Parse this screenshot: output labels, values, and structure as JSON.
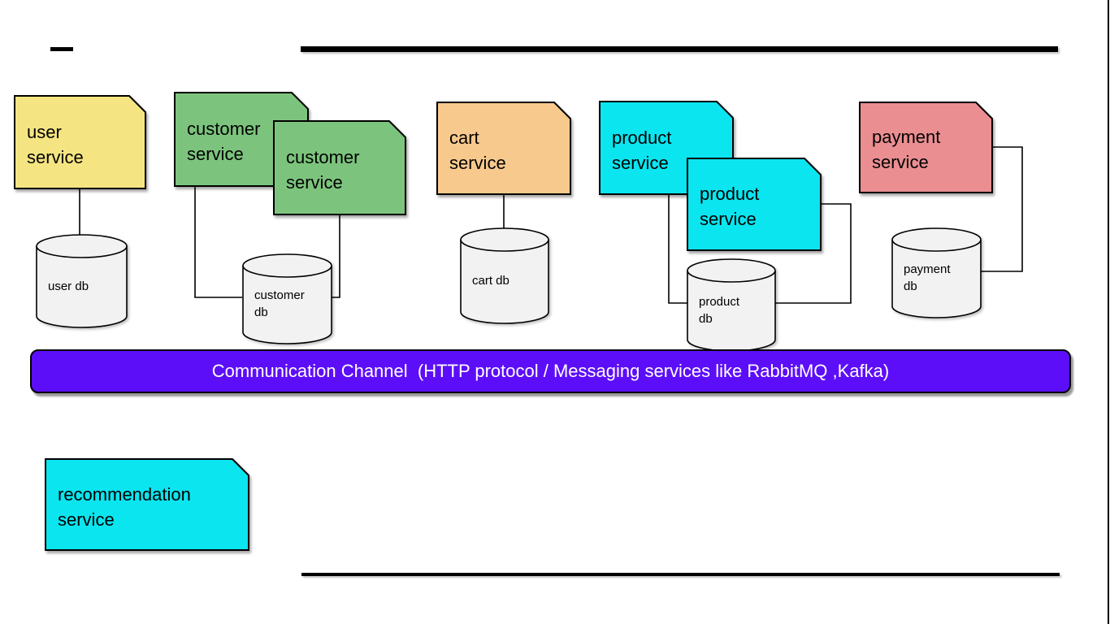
{
  "diagram": {
    "services": [
      {
        "id": "user-service",
        "label": "user\nservice"
      },
      {
        "id": "customer-service-back",
        "label": "customer\nservice"
      },
      {
        "id": "customer-service-front",
        "label": "customer\nservice"
      },
      {
        "id": "cart-service",
        "label": "cart\nservice"
      },
      {
        "id": "product-service-back",
        "label": "product\nservice"
      },
      {
        "id": "product-service-front",
        "label": "product\nservice"
      },
      {
        "id": "payment-service",
        "label": "payment\nservice"
      },
      {
        "id": "recommendation-service",
        "label": "recommendation\nservice"
      }
    ],
    "databases": [
      {
        "id": "user-db",
        "label": "user db"
      },
      {
        "id": "customer-db",
        "label": "customer\ndb"
      },
      {
        "id": "cart-db",
        "label": "cart db"
      },
      {
        "id": "product-db",
        "label": "product\ndb"
      },
      {
        "id": "payment-db",
        "label": "payment\ndb"
      }
    ],
    "communication_channel": {
      "label": "Communication Channel  (HTTP protocol / Messaging services like RabbitMQ ,Kafka)"
    },
    "colors": {
      "user_service": "#f5e582",
      "customer_service": "#7cc47d",
      "cart_service": "#f8c98d",
      "product_service": "#0be5ef",
      "payment_service": "#ea8e92",
      "recommendation_service": "#0be5ef",
      "database_fill": "#f2f2f2",
      "channel_fill": "#5d0ef8",
      "channel_text": "#ffffff",
      "stroke": "#000000"
    }
  }
}
